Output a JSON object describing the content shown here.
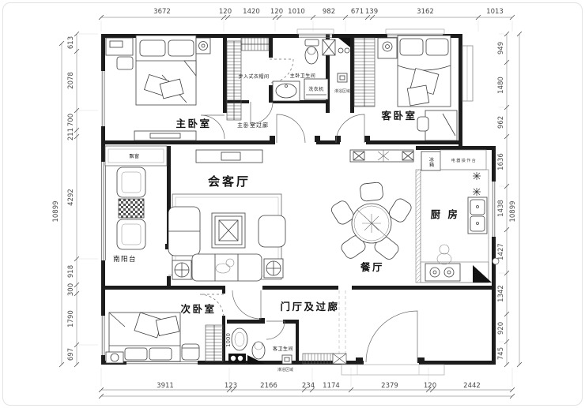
{
  "dims": {
    "top": [
      "3672",
      "120",
      "1420",
      "120",
      "1010",
      "982",
      "671",
      "139",
      "3162",
      "1013"
    ],
    "bottom": [
      "3911",
      "123",
      "2166",
      "234",
      "1174",
      "2379",
      "120",
      "2442"
    ],
    "left": [
      "613",
      "2078",
      "700",
      "211",
      "4292",
      "918",
      "300",
      "1790",
      "697"
    ],
    "left_total": "10899",
    "right": [
      "949",
      "1480",
      "962",
      "1636",
      "1438",
      "1427",
      "1342",
      "920",
      "745"
    ],
    "right_total": "10899",
    "guest_bath_width": "1000"
  },
  "labels": {
    "master_bedroom": "主卧室",
    "walkin_closet": "步入式衣帽间",
    "master_bath": "主卧卫生间",
    "washing_machine": "洗衣机",
    "master_corridor": "主卧室过廊",
    "shower_area": "淋浴区域",
    "guest_bedroom": "客卧室",
    "bay_window": "飘窗",
    "living_room": "会客厅",
    "south_balcony": "南阳台",
    "dining_room": "餐厅",
    "kitchen": "厨 房",
    "appliance_counter": "电器操作台",
    "fridge": "冰箱",
    "second_bedroom": "次卧室",
    "entry_corridor": "门厅及过廊",
    "guest_bath": "客卫生间",
    "guest_shower_area": "淋浴区域"
  }
}
